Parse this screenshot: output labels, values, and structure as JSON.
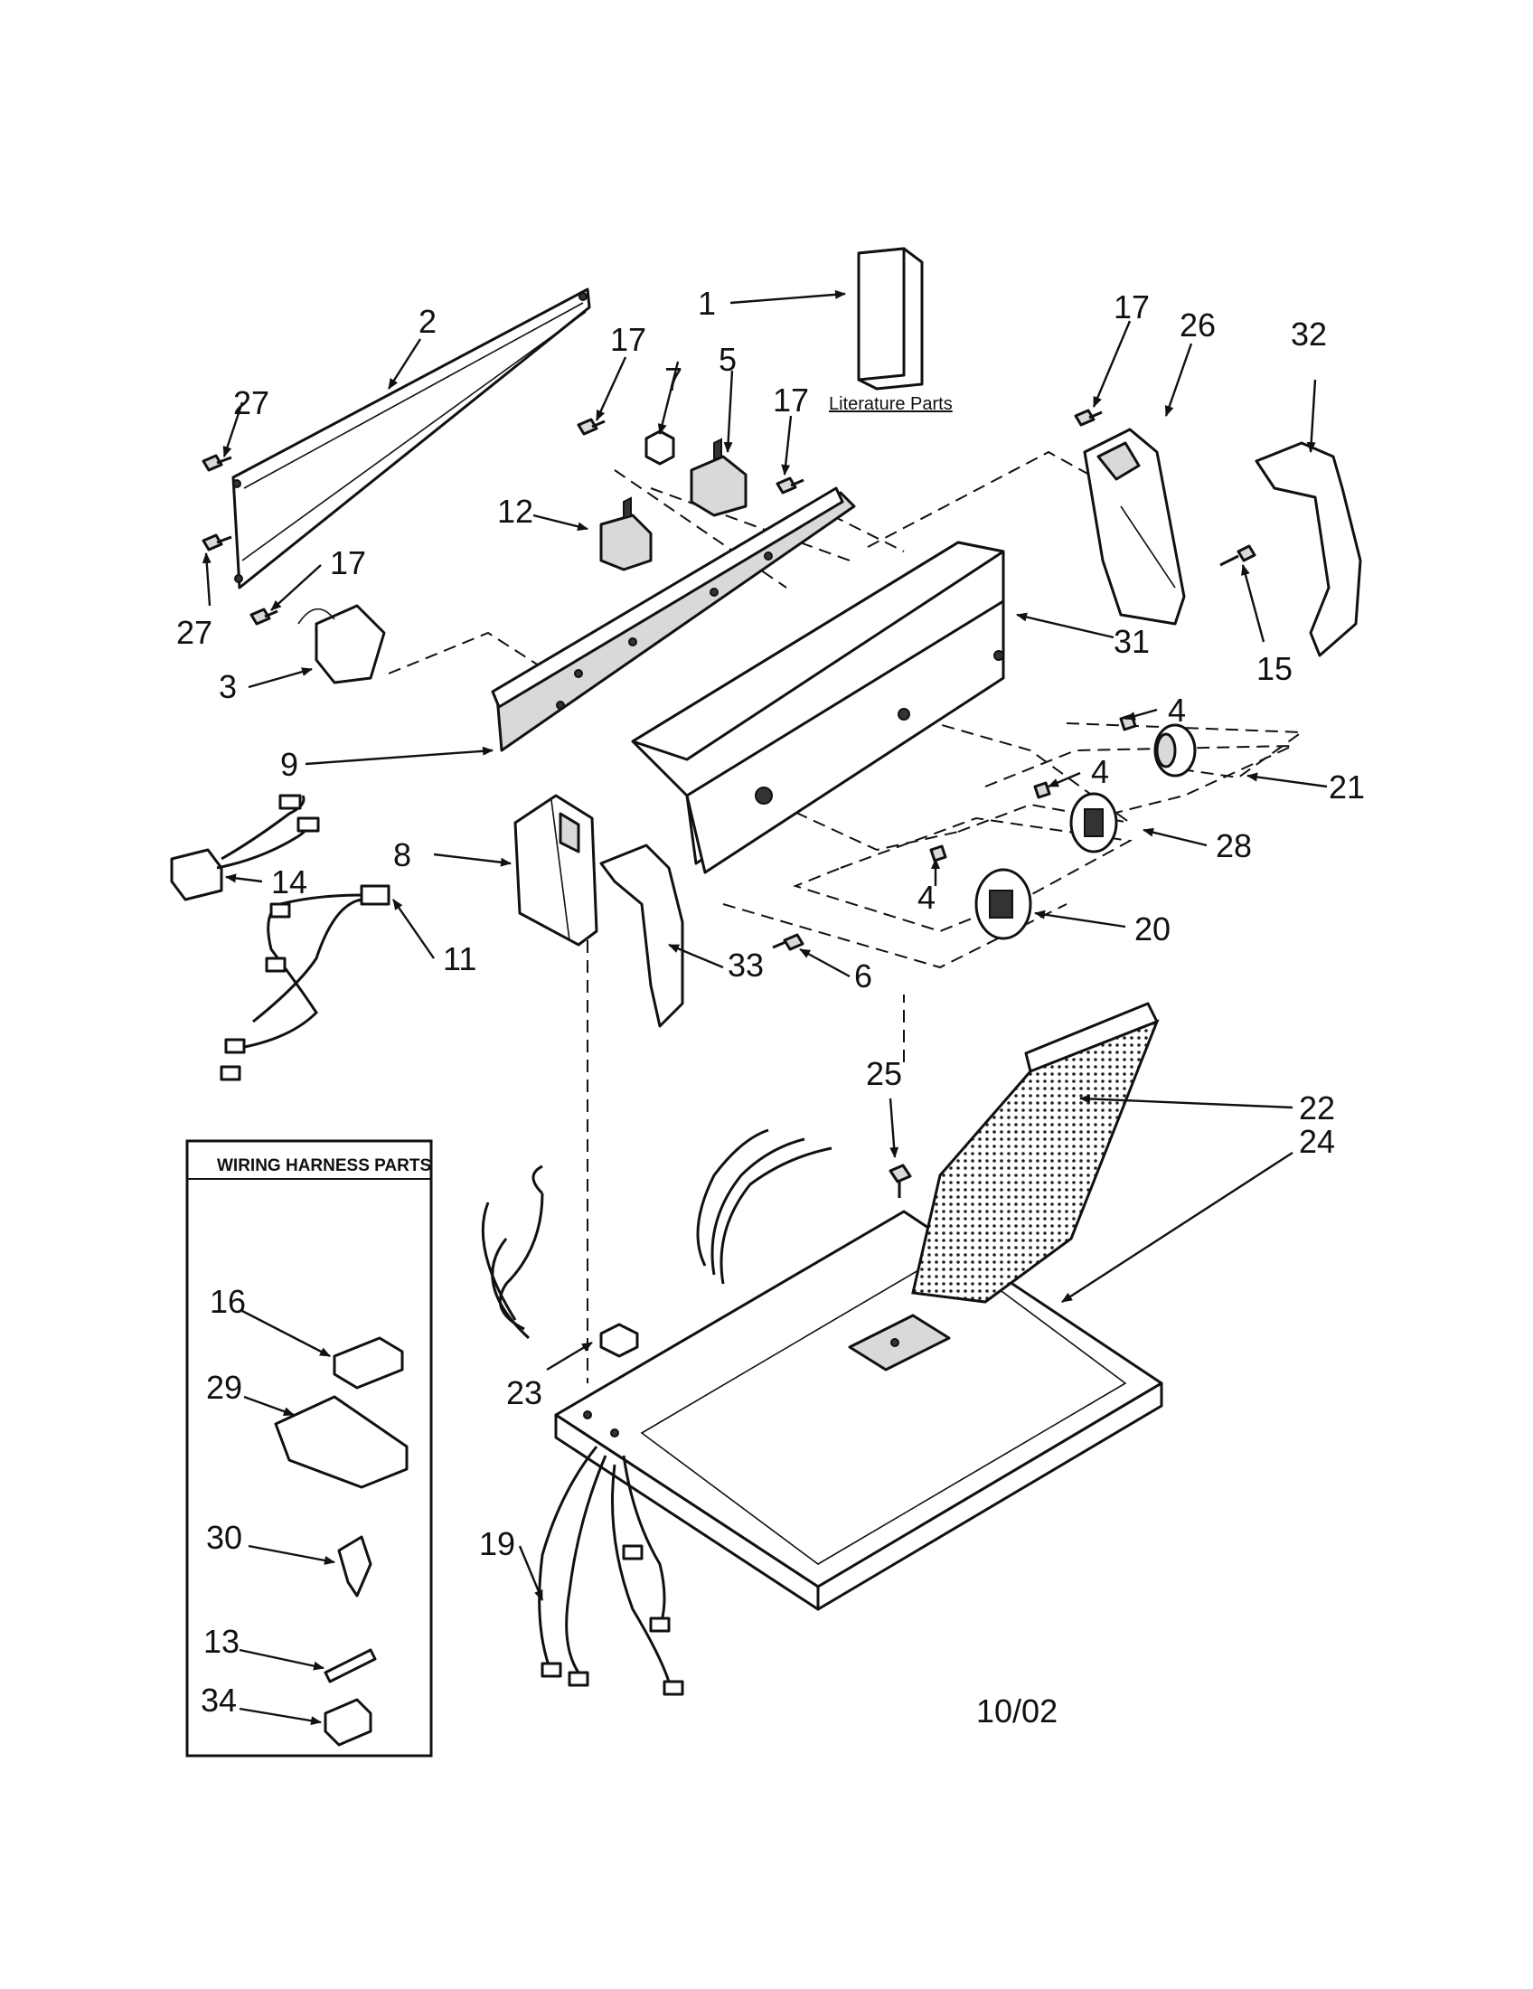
{
  "labels": {
    "l1": "1",
    "l2": "2",
    "l3": "3",
    "l4a": "4",
    "l4b": "4",
    "l4c": "4",
    "l5": "5",
    "l6": "6",
    "l7": "7",
    "l8": "8",
    "l9": "9",
    "l11": "11",
    "l12": "12",
    "l13": "13",
    "l14": "14",
    "l15": "15",
    "l16": "16",
    "l17a": "17",
    "l17b": "17",
    "l17c": "17",
    "l17d": "17",
    "l19": "19",
    "l20": "20",
    "l21": "21",
    "l22": "22",
    "l23": "23",
    "l24": "24",
    "l25": "25",
    "l26": "26",
    "l27a": "27",
    "l27b": "27",
    "l28": "28",
    "l29": "29",
    "l30": "30",
    "l31": "31",
    "l32": "32",
    "l33": "33",
    "l34": "34"
  },
  "literature_parts": "Literature Parts",
  "wiring_harness_title": "WIRING HARNESS PARTS",
  "date_code": "10/02"
}
